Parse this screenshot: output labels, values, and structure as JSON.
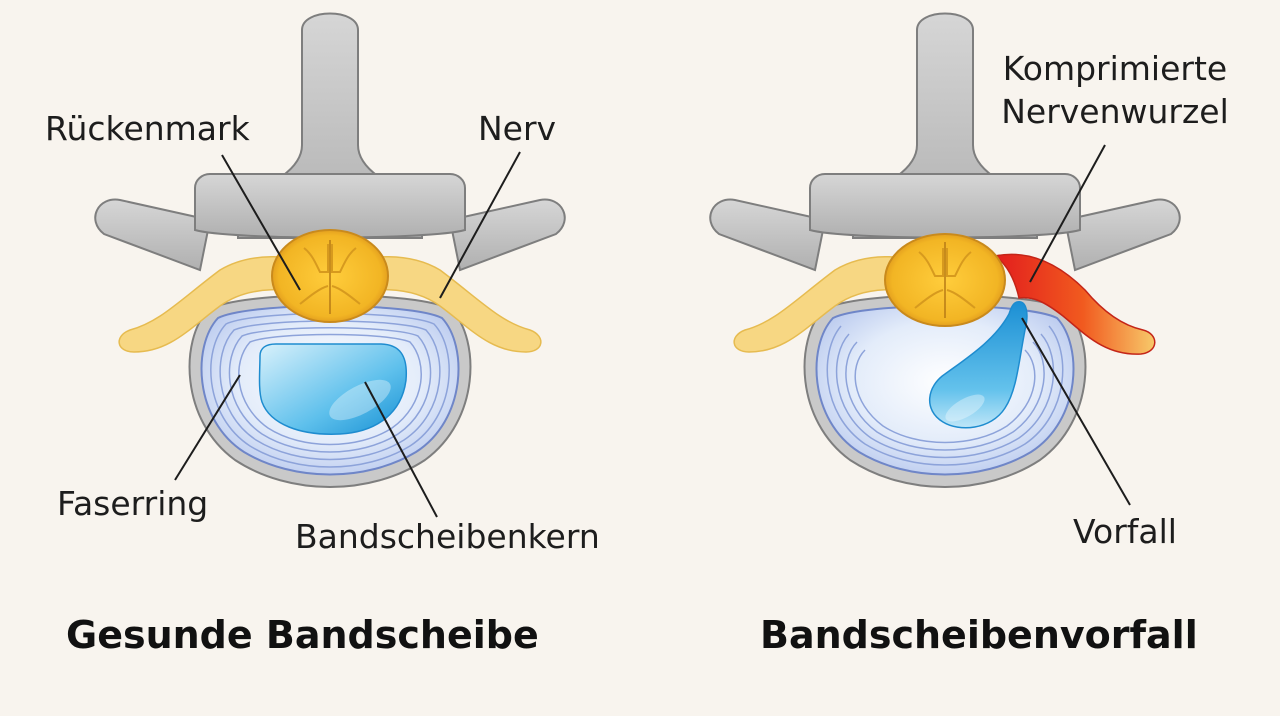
{
  "colors": {
    "background": "#f8f4ee",
    "bone_fill": "#c6c6c6",
    "bone_stroke": "#7e7e7e",
    "nerve": "#f7d783",
    "spinal_cord": "#f2b320",
    "nucleus": "#2fa3df",
    "annulus": "#dfe9f8",
    "compressed_nerve": "#e8351f"
  },
  "left_panel": {
    "title": "Gesunde Bandscheibe",
    "labels": {
      "spinal_cord": "Rückenmark",
      "nerve": "Nerv",
      "annulus": "Faserring",
      "nucleus": "Bandscheibenkern"
    }
  },
  "right_panel": {
    "title": "Bandscheibenvorfall",
    "labels": {
      "compressed_root_line1": "Komprimierte",
      "compressed_root_line2": "Nervenwurzel",
      "prolapse": "Vorfall"
    }
  }
}
